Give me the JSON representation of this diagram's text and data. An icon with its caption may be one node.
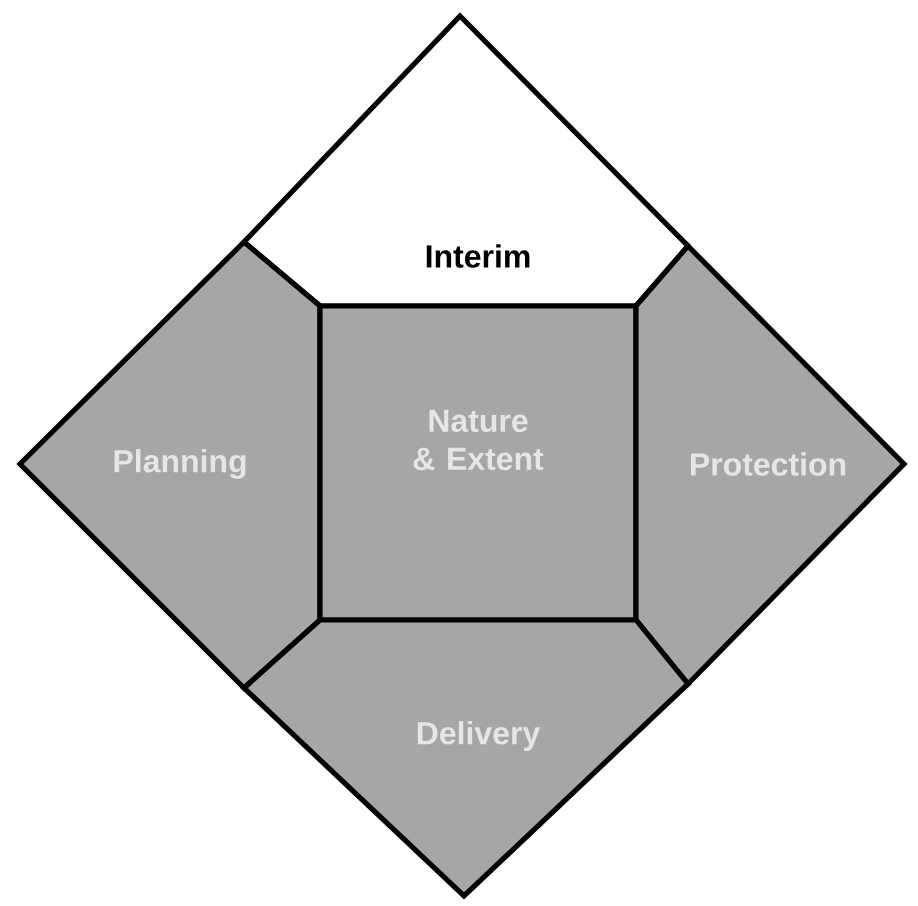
{
  "diagram": {
    "nodes": [
      {
        "text": [
          "Interim"
        ]
      },
      {
        "text": [
          "Planning"
        ]
      },
      {
        "text": [
          "Nature & Extent"
        ]
      },
      {
        "text": [
          "Protection"
        ]
      },
      {
        "text": [
          "Delivery"
        ]
      }
    ]
  }
}
